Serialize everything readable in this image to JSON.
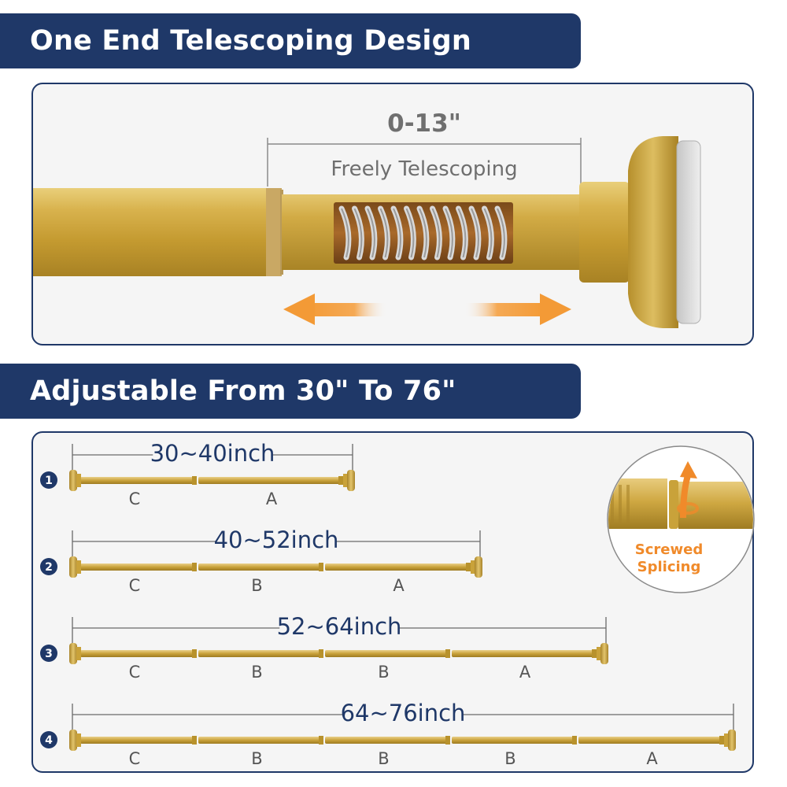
{
  "section1": {
    "title": "One End Telescoping Design",
    "measure": "0-13\"",
    "caption": "Freely Telescoping"
  },
  "section2": {
    "title": "Adjustable From 30\" To 76\"",
    "callout": {
      "line1": "Screwed",
      "line2": "Splicing"
    },
    "configs": [
      {
        "number": "1",
        "range": "30~40inch",
        "segments": [
          "C",
          "A"
        ]
      },
      {
        "number": "2",
        "range": "40~52inch",
        "segments": [
          "C",
          "B",
          "A"
        ]
      },
      {
        "number": "3",
        "range": "52~64inch",
        "segments": [
          "C",
          "B",
          "B",
          "A"
        ]
      },
      {
        "number": "4",
        "range": "64~76inch",
        "segments": [
          "C",
          "B",
          "B",
          "B",
          "A"
        ]
      }
    ]
  },
  "colors": {
    "navy": "#1f3868",
    "gold": "#c9a23a",
    "orange": "#f39a36",
    "panel_bg": "#f5f5f5"
  },
  "icons": {
    "arrow_left": "orange-arrow-left-icon",
    "arrow_right": "orange-arrow-right-icon",
    "rotate": "rotate-arrow-icon"
  }
}
